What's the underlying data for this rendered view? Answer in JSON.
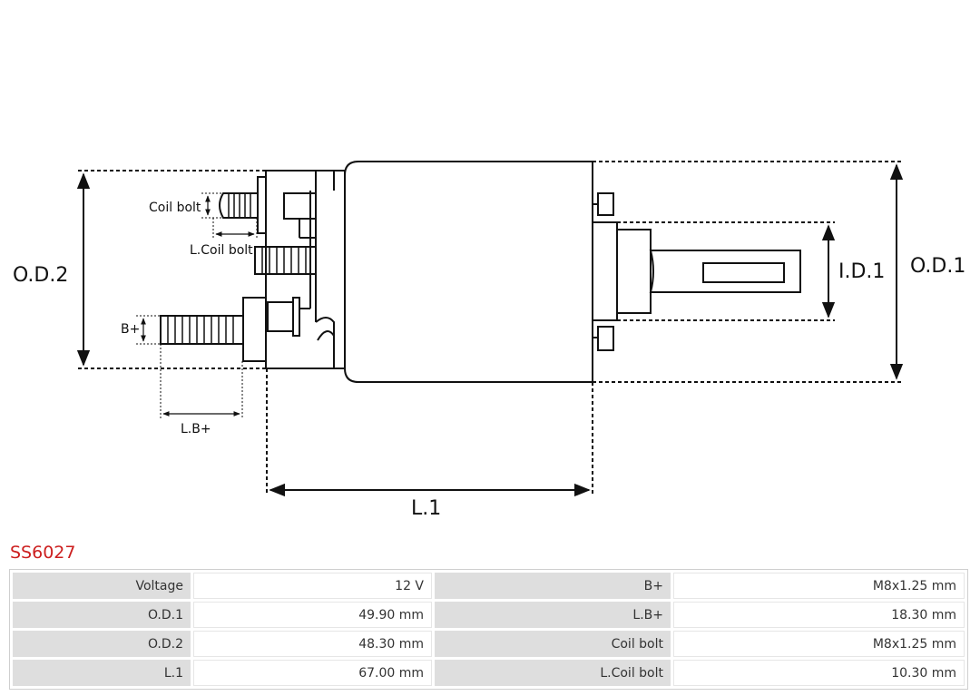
{
  "diagram": {
    "labels": {
      "od2": "O.D.2",
      "od1": "O.D.1",
      "id1": "I.D.1",
      "l1": "L.1",
      "coil_bolt": "Coil bolt",
      "l_coil_bolt": "L.Coil bolt",
      "b_plus": "B+",
      "l_b_plus": "L.B+"
    }
  },
  "product": {
    "code": "SS6027"
  },
  "specs": [
    {
      "label": "Voltage",
      "value": "12 V",
      "label2": "B+",
      "value2": "M8x1.25 mm"
    },
    {
      "label": "O.D.1",
      "value": "49.90 mm",
      "label2": "L.B+",
      "value2": "18.30 mm"
    },
    {
      "label": "O.D.2",
      "value": "48.30 mm",
      "label2": "Coil bolt",
      "value2": "M8x1.25 mm"
    },
    {
      "label": "L.1",
      "value": "67.00 mm",
      "label2": "L.Coil bolt",
      "value2": "10.30 mm"
    }
  ]
}
